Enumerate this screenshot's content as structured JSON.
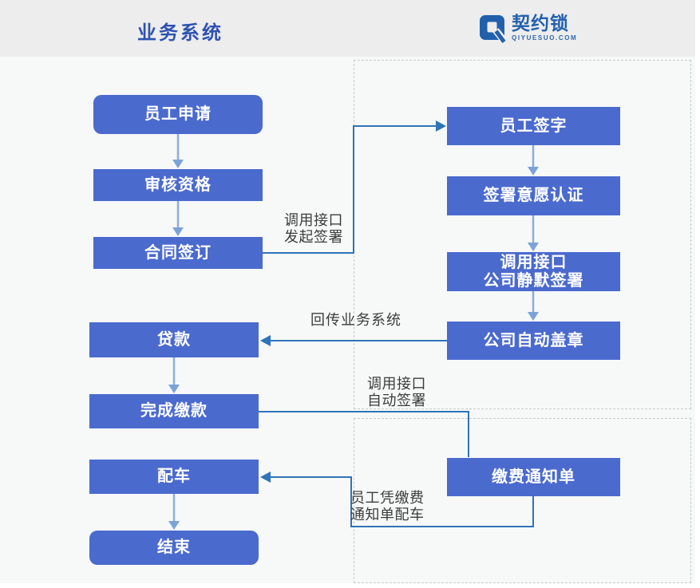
{
  "header": {
    "left_title": "业务系统",
    "logo_brand": "契约锁",
    "logo_domain": "QIYUESUO.COM"
  },
  "nodes": {
    "employee_apply": "员工申请",
    "review_qualification": "审核资格",
    "contract_sign": "合同签订",
    "loan": "贷款",
    "complete_payment": "完成缴款",
    "assign_car": "配车",
    "end": "结束",
    "employee_signature": "员工签字",
    "intent_auth": "签署意愿认证",
    "company_silent_sign": "调用接口\n公司静默签署",
    "company_auto_stamp": "公司自动盖章",
    "payment_notice": "缴费通知单"
  },
  "edge_labels": {
    "initiate_sign": "调用接口\n发起签署",
    "return_to_system": "回传业务系统",
    "auto_sign": "调用接口\n自动签署",
    "car_with_notice": "员工凭缴费\n通知单配车"
  },
  "colors": {
    "node_fill": "#4a6ace",
    "node_text": "#ffffff",
    "connector_dark": "#2e74b8",
    "connector_light": "#8aaede",
    "title_blue": "#2e52b2",
    "logo_blue": "#2260ac",
    "header_band": "#ededee",
    "canvas_bg": "#f7f8f8",
    "dashed_border": "#c9c9c9"
  }
}
